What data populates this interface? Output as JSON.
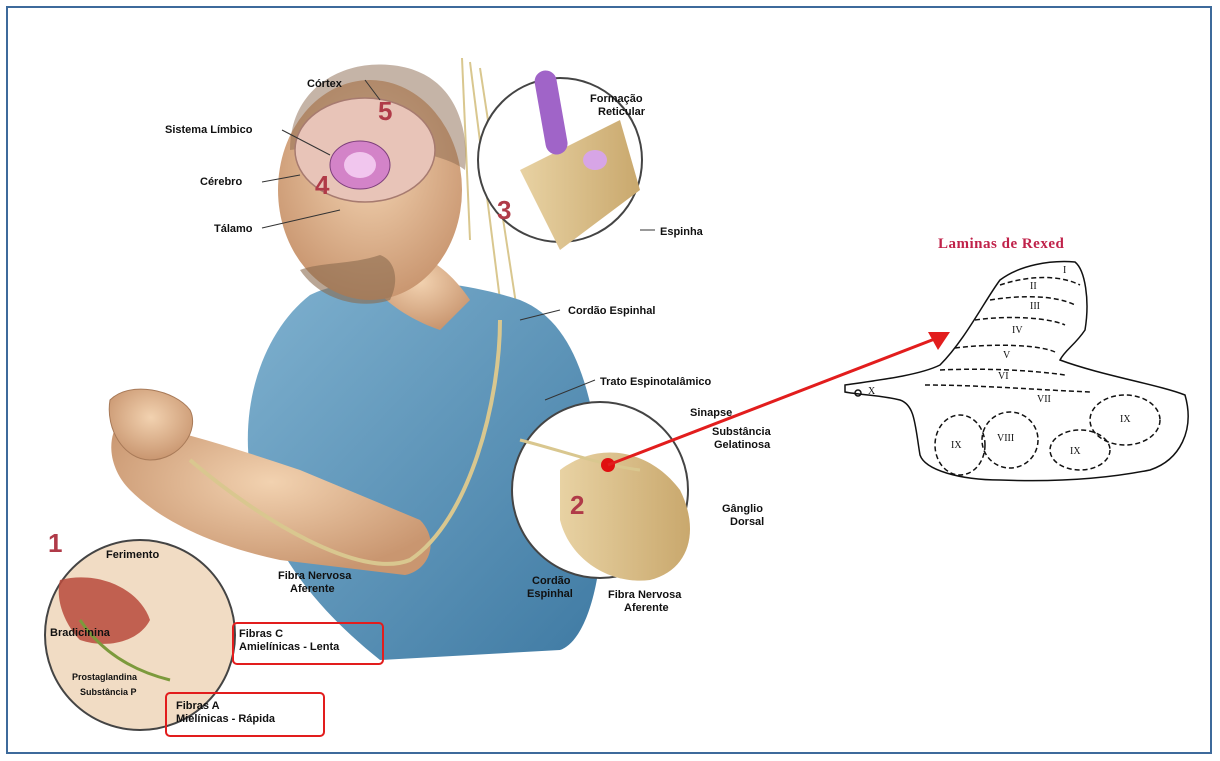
{
  "labels": {
    "cortex": "Córtex",
    "sistema_limbico": "Sistema Límbico",
    "cerebro": "Cérebro",
    "talamo": "Tálamo",
    "formacao": "Formação",
    "reticular": "Reticular",
    "espinha": "Espinha",
    "cordao_espinhal_upper": "Cordão Espinhal",
    "trato": "Trato Espinotalâmico",
    "sinapse": "Sinapse",
    "substancia": "Substância",
    "gelatinosa": "Gelatinosa",
    "ganglio": "Gânglio",
    "dorsal": "Dorsal",
    "cordao_lower_1": "Cordão",
    "cordao_lower_2": "Espinhal",
    "fibra_nervosa_afer_1": "Fibra Nervosa",
    "fibra_nervosa_afer_2": "Aferente",
    "fibra_arm_1": "Fibra Nervosa",
    "fibra_arm_2": "Aferente",
    "ferimento": "Ferimento",
    "bradicinina": "Bradicinina",
    "prostaglandina": "Prostaglandina",
    "substancia_p": "Substância P",
    "fibras_c_1": "Fibras C",
    "fibras_c_2": "Amielínicas - Lenta",
    "fibras_a_1": "Fibras A",
    "fibras_a_2": "Mielínicas - Rápida"
  },
  "numbers": {
    "n1": "1",
    "n2": "2",
    "n3": "3",
    "n4": "4",
    "n5": "5"
  },
  "rexed": {
    "title": "Laminas de Rexed",
    "laminae": [
      "I",
      "II",
      "III",
      "IV",
      "V",
      "VI",
      "VII",
      "VIII",
      "IX",
      "IX",
      "IX",
      "X"
    ]
  },
  "colors": {
    "frame": "#3d6a9b",
    "highlight": "#e21d1d",
    "title": "#c0224a"
  }
}
